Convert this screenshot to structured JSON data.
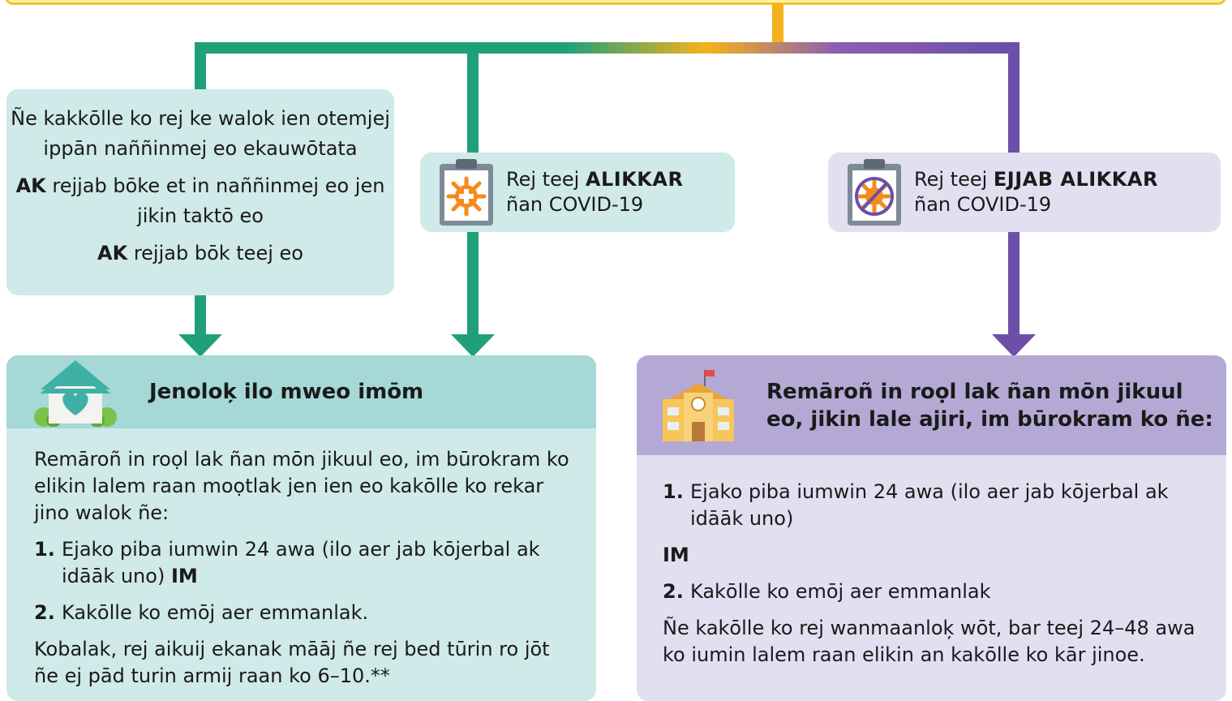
{
  "colors": {
    "teal": "#1fa07a",
    "purple": "#6b4fa8",
    "yellow": "#f5b21c",
    "teal_light": "#cfeae8",
    "teal_mid": "#a5d8d6",
    "lavender_light": "#e2dff1",
    "lavender_mid": "#b4a9d4"
  },
  "diagram": {
    "nodes": [
      {
        "id": "close-contact-note",
        "lines": [
          {
            "bold": "",
            "text": "Ñe kakkōlle ko rej ke walok ien otemjej ippān naññinmej eo ekauwōtata"
          },
          {
            "bold": "AK",
            "text": " rejjab bōke et in naññinmej eo jen jikin taktō eo"
          },
          {
            "bold": "AK",
            "text": " rejjab bōk teej eo"
          }
        ]
      },
      {
        "id": "positive-test",
        "icon": "clipboard-virus-icon",
        "prefix": "Rej teej ",
        "emphasis": "ALIKKAR",
        "suffix": "ñan COVID-19"
      },
      {
        "id": "negative-test",
        "icon": "clipboard-virus-crossed-icon",
        "prefix": "Rej teej ",
        "emphasis": "EJJAB ALIKKAR",
        "suffix": "ñan COVID-19"
      },
      {
        "id": "stay-home",
        "icon": "house-heart-icon",
        "title": "Jenoloķ ilo mweo imōm",
        "intro": "Remāroñ in roọl lak ñan mōn jikuul eo, im būrokram ko elikin lalem raan moọtlak jen ien eo kakōlle ko rekar jino walok ñe:",
        "items": [
          {
            "num": "1.",
            "text": "Ejako piba iumwin 24 awa (ilo aer jab kōjerbal ak idāāk uno)",
            "bold_tail": "IM"
          },
          {
            "num": "2.",
            "text": "Kakōlle ko emōj aer emmanlak.",
            "bold_tail": ""
          }
        ],
        "note": "Kobalak, rej aikuij ekanak māāj ñe rej bed tūrin ro jōt ñe ej pād turin armij raan ko 6–10.**"
      },
      {
        "id": "return-school",
        "icon": "school-building-icon",
        "title": "Remāroñ in roọl lak ñan mōn jikuul eo, jikin lale ajiri, im būrokram ko ñe:",
        "items": [
          {
            "num": "1.",
            "text": "Ejako piba iumwin 24 awa (ilo aer jab kōjerbal ak idāāk uno)"
          },
          {
            "num": "2.",
            "text": "Kakōlle ko emōj aer emmanlak"
          }
        ],
        "connector": "IM",
        "note": "Ñe kakōlle ko rej wanmaanloķ wōt, bar teej 24–48 awa ko iumin lalem raan elikin an kakōlle ko kār jinoe."
      }
    ],
    "edges": [
      {
        "from": "top",
        "to": "close-contact-note",
        "color": "teal"
      },
      {
        "from": "top",
        "to": "positive-test",
        "color": "teal"
      },
      {
        "from": "top",
        "to": "negative-test",
        "color": "purple"
      },
      {
        "from": "close-contact-note",
        "to": "stay-home",
        "color": "teal"
      },
      {
        "from": "positive-test",
        "to": "stay-home",
        "color": "teal"
      },
      {
        "from": "negative-test",
        "to": "return-school",
        "color": "purple"
      }
    ]
  }
}
